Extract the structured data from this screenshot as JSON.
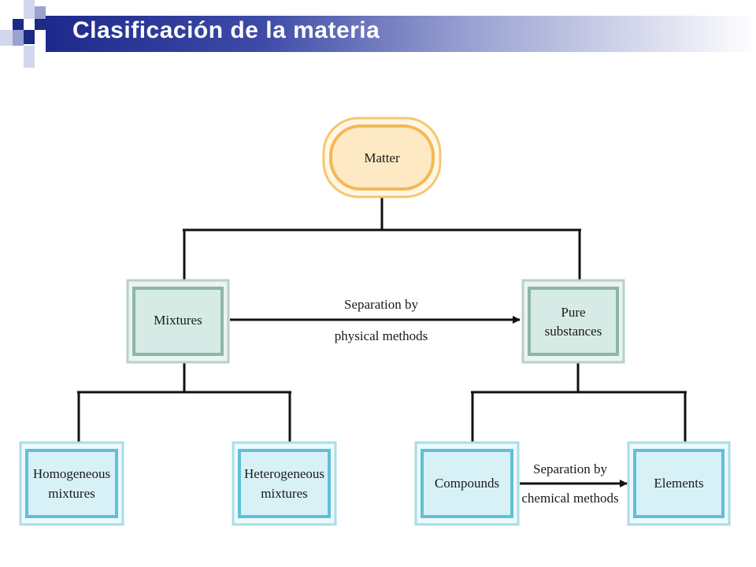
{
  "title": "Clasificación de la materia",
  "colors": {
    "title_dark": "#1d2a8c",
    "matter_fill": "#fde9c3",
    "matter_border": "#f6c66e",
    "level1_fill": "#d6ebe5",
    "level1_border": "#8fb5a8",
    "level2_fill": "#d8f1f7",
    "level2_border": "#5fc0d8"
  },
  "nodes": {
    "matter": "Matter",
    "mixtures": "Mixtures",
    "pure_line1": "Pure",
    "pure_line2": "substances",
    "homogeneous_line1": "Homogeneous",
    "homogeneous_line2": "mixtures",
    "heterogeneous_line1": "Heterogeneous",
    "heterogeneous_line2": "mixtures",
    "compounds": "Compounds",
    "elements": "Elements"
  },
  "edges": {
    "physical_line1": "Separation by",
    "physical_line2": "physical methods",
    "chemical_line1": "Separation by",
    "chemical_line2": "chemical methods"
  }
}
